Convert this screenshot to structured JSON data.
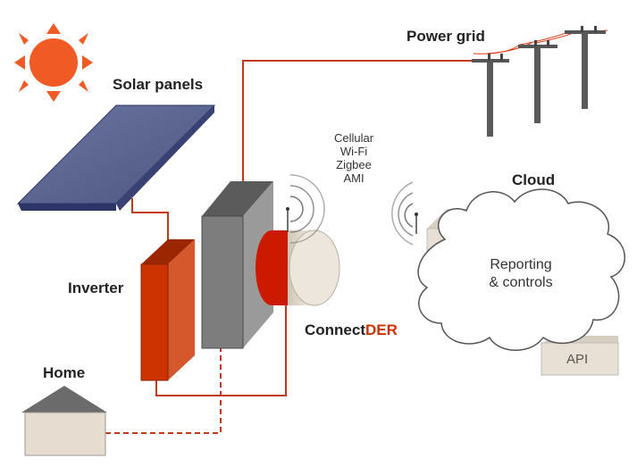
{
  "labels": {
    "solar": "Solar panels",
    "power_grid": "Power grid",
    "inverter": "Inverter",
    "home": "Home",
    "cloud": "Cloud",
    "connect_prefix": "Connect",
    "connect_suffix": "DER",
    "comms": [
      "Cellular",
      "Wi-Fi",
      "Zigbee",
      "AMI"
    ],
    "reporting": [
      "Reporting",
      "& controls"
    ],
    "api": "API"
  },
  "colors": {
    "sun": "#f05a24",
    "panel": "#5a6491",
    "panel_edge": "#2d3566",
    "inverter": "#cc3300",
    "meter": "#8a8a8a",
    "connector": "#cc1a00",
    "wire": "#c0391b",
    "pole": "#5a5a5a",
    "home": "#e6dccf",
    "cloud_box": "#e8e0d4"
  }
}
